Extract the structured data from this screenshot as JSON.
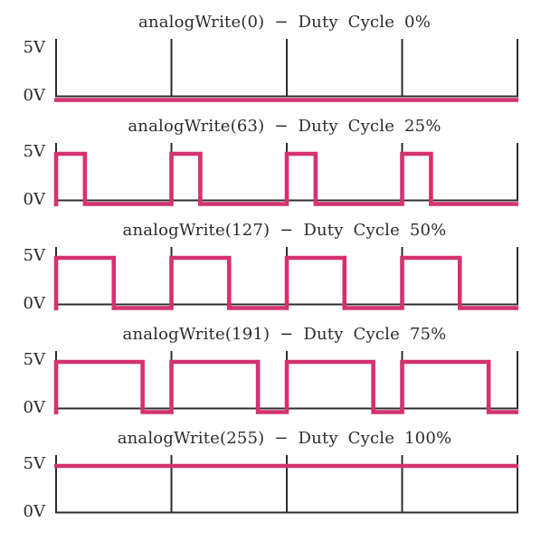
{
  "figure": {
    "y_axis_labels": {
      "high": "5V",
      "low": "0V"
    },
    "colors": {
      "waveform_pink": "#d4326e",
      "axis_black": "#2d2d2d",
      "text": "#2b2b2b",
      "background": "#ffffff"
    },
    "panels": [
      {
        "title": "analogWrite(0) − Duty Cycle 0%",
        "analog_write_value": 0,
        "duty_cycle_percent": 0
      },
      {
        "title": "analogWrite(63) − Duty Cycle 25%",
        "analog_write_value": 63,
        "duty_cycle_percent": 25
      },
      {
        "title": "analogWrite(127) − Duty Cycle 50%",
        "analog_write_value": 127,
        "duty_cycle_percent": 50
      },
      {
        "title": "analogWrite(191) − Duty Cycle 75%",
        "analog_write_value": 191,
        "duty_cycle_percent": 75
      },
      {
        "title": "analogWrite(255) − Duty Cycle 100%",
        "analog_write_value": 255,
        "duty_cycle_percent": 100
      }
    ]
  },
  "chart_data": [
    {
      "type": "line",
      "title": "analogWrite(0) − Duty Cycle 0%",
      "waveform": "square-pwm",
      "duty_cycle_percent": 0,
      "periods_shown": 4,
      "y_levels": [
        "0V",
        "5V"
      ],
      "one_period_high_fraction": 0.0,
      "signal": "constant 0V"
    },
    {
      "type": "line",
      "title": "analogWrite(63) − Duty Cycle 25%",
      "waveform": "square-pwm",
      "duty_cycle_percent": 25,
      "periods_shown": 4,
      "y_levels": [
        "0V",
        "5V"
      ],
      "one_period_high_fraction": 0.25,
      "signal": "5V for first 25% of each period, 0V for remaining 75%"
    },
    {
      "type": "line",
      "title": "analogWrite(127) − Duty Cycle 50%",
      "waveform": "square-pwm",
      "duty_cycle_percent": 50,
      "periods_shown": 4,
      "y_levels": [
        "0V",
        "5V"
      ],
      "one_period_high_fraction": 0.5,
      "signal": "5V for first 50% of each period, 0V for remaining 50%"
    },
    {
      "type": "line",
      "title": "analogWrite(191) − Duty Cycle 75%",
      "waveform": "square-pwm",
      "duty_cycle_percent": 75,
      "periods_shown": 4,
      "y_levels": [
        "0V",
        "5V"
      ],
      "one_period_high_fraction": 0.75,
      "signal": "5V for first 75% of each period, 0V for remaining 25%"
    },
    {
      "type": "line",
      "title": "analogWrite(255) − Duty Cycle 100%",
      "waveform": "square-pwm",
      "duty_cycle_percent": 100,
      "periods_shown": 4,
      "y_levels": [
        "0V",
        "5V"
      ],
      "one_period_high_fraction": 1.0,
      "signal": "constant 5V"
    }
  ]
}
